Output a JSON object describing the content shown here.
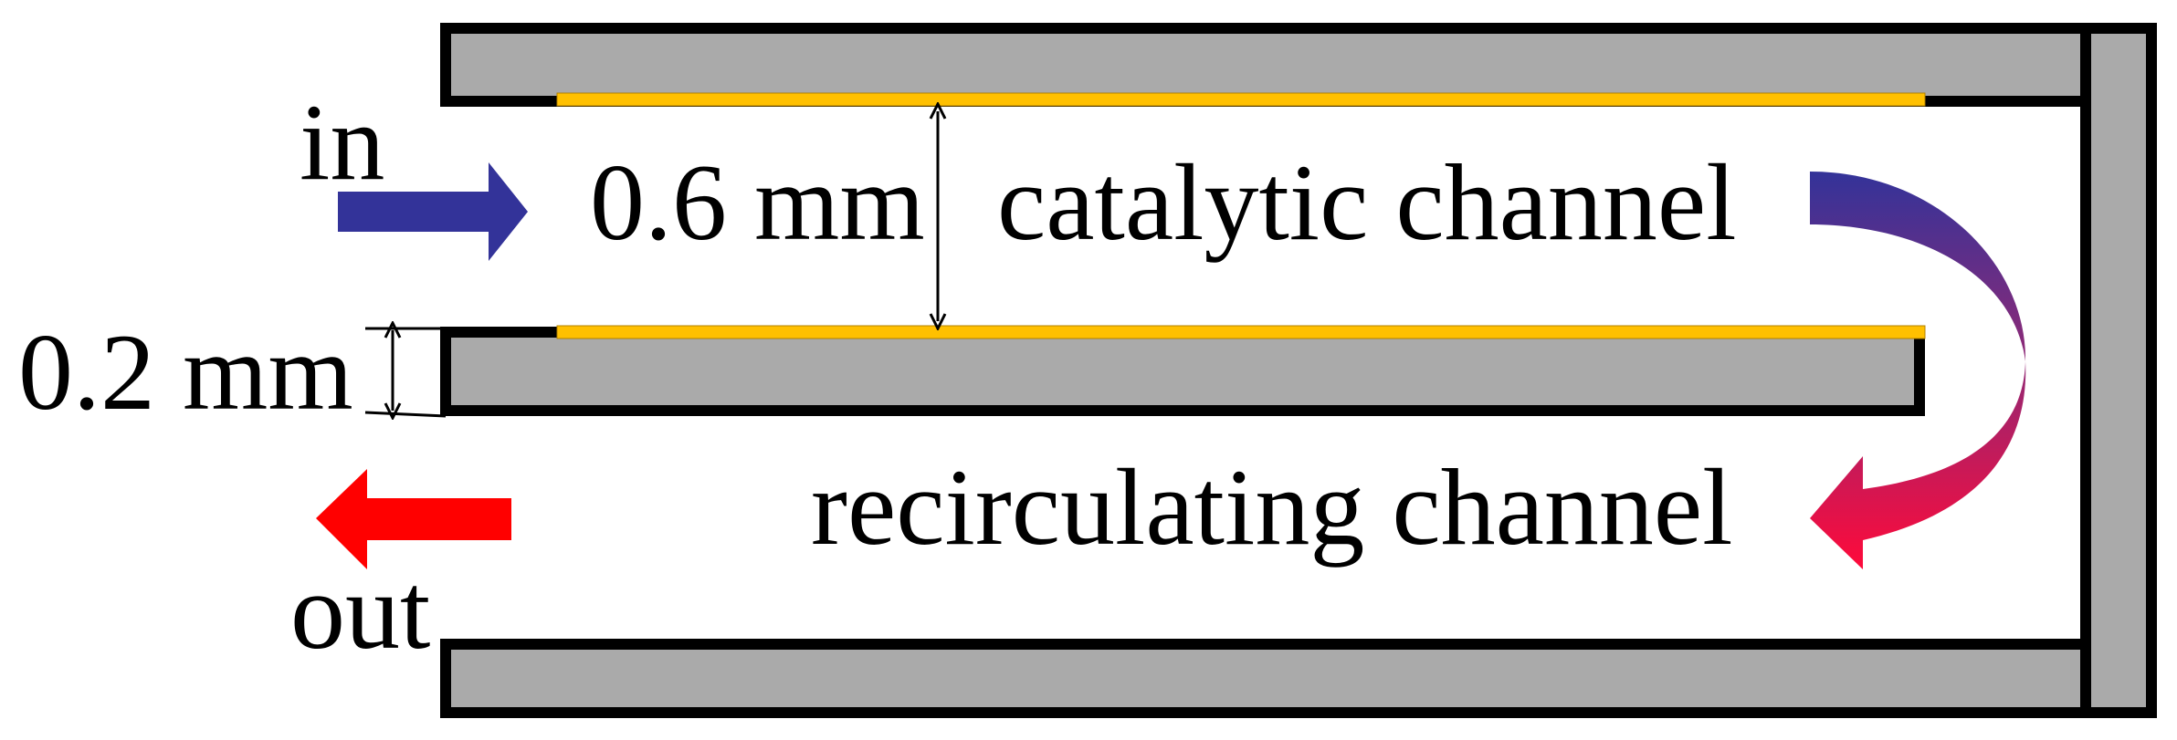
{
  "labels": {
    "inlet": "in",
    "outlet": "out",
    "gap_catalytic": "0.6 mm",
    "wall_thickness": "0.2 mm",
    "catalytic_channel": "catalytic channel",
    "recirculating_channel": "recirculating channel"
  },
  "colors": {
    "wall_fill": "#aaaaaa",
    "wall_stroke": "#000000",
    "catalyst": "#ffc000",
    "inlet_arrow": "#333399",
    "outlet_arrow": "#ff0000",
    "turn_arrow_start": "#333399",
    "turn_arrow_end": "#ff0000"
  },
  "icons": {
    "inlet_arrow": "arrow-right-icon",
    "outlet_arrow": "arrow-left-icon",
    "turn_arrow": "curved-arrow-icon"
  }
}
